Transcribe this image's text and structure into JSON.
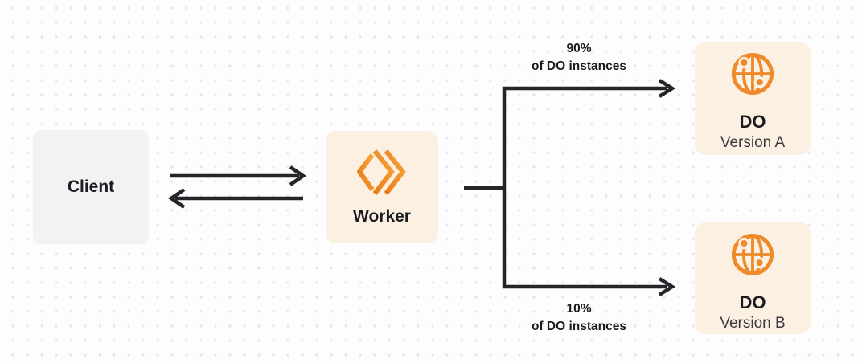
{
  "canvas": {
    "background": "#FDFDFD",
    "dot_grid_color": "#E7E7EA"
  },
  "colors": {
    "accent_orange": "#EE8A29",
    "node_cream": "#FCF0E2",
    "client_gray": "#F2F2F4",
    "line_dark": "#242528"
  },
  "nodes": {
    "client": {
      "label": "Client"
    },
    "worker": {
      "label": "Worker",
      "icon": "cloudflare-workers-icon"
    },
    "do_a": {
      "title": "DO",
      "subtitle": "Version A",
      "icon": "globe-icon"
    },
    "do_b": {
      "title": "DO",
      "subtitle": "Version B",
      "icon": "globe-icon"
    }
  },
  "edges": {
    "client_to_worker": {
      "type": "arrow-right"
    },
    "worker_to_client": {
      "type": "arrow-left"
    },
    "split_top": {
      "percent": "90%",
      "caption": "of DO instances"
    },
    "split_bottom": {
      "percent": "10%",
      "caption": "of DO instances"
    }
  }
}
